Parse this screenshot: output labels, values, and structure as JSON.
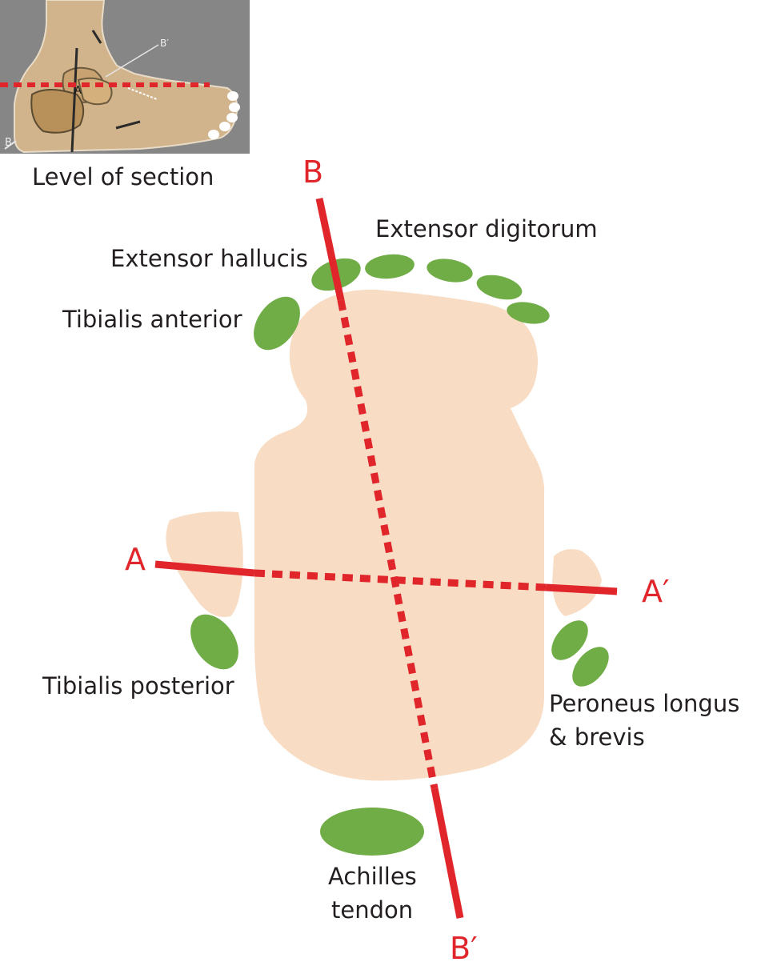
{
  "inset": {
    "caption": "Level of section",
    "point_labels": {
      "a": "A",
      "b": "B",
      "b_prime": "B′"
    }
  },
  "axes": {
    "a": "A",
    "a_prime": "A′",
    "b": "B",
    "b_prime": "B′"
  },
  "labels": {
    "extensor_digitorum": "Extensor digitorum",
    "extensor_hallucis": "Extensor hallucis",
    "tibialis_anterior": "Tibialis anterior",
    "tibialis_posterior": "Tibialis posterior",
    "peroneus_line1": "Peroneus longus",
    "peroneus_line2": "& brevis",
    "achilles_line1": "Achilles",
    "achilles_line2": "tendon"
  },
  "colors": {
    "bone": "#f8dcc4",
    "tendon": "#70ad47",
    "section_line": "#e0262b",
    "text": "#231f20",
    "inset_background": "#8c8c8c",
    "inset_skin": "#d2b48c"
  }
}
